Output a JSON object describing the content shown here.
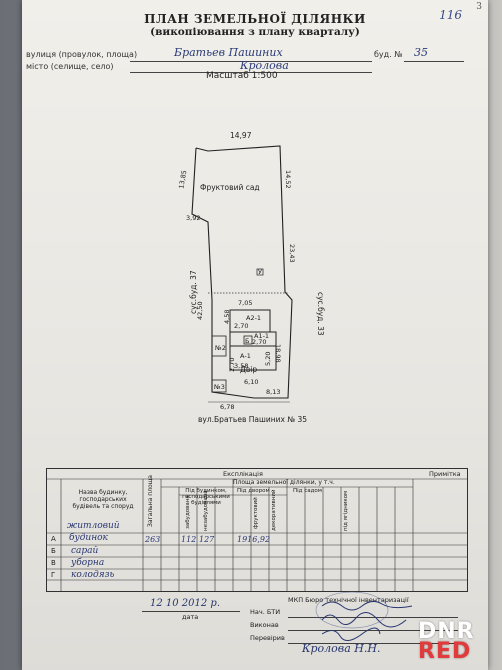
{
  "document": {
    "title": "ПЛАН ЗЕМЕЛЬНОЇ ДІЛЯНКИ",
    "subtitle": "(викопіювання з плану кварталу)",
    "page_number": "116",
    "corner_number": "3",
    "street_label": "вулиця (провулок, площа)",
    "street_value": "Братьев Пашиних",
    "building_label": "буд. №",
    "building_value": "35",
    "city_label": "місто (селище, село)",
    "city_value": "Кролова",
    "scale": "Масштаб 1:500"
  },
  "plan": {
    "dimensions": {
      "top": "14,97",
      "top_left": "13,85",
      "right_top": "14,52",
      "right_mid": "23,43",
      "left_step": "3,92",
      "left_long": "42,50",
      "house_width": "7,05",
      "house_dim_1": "4,58",
      "house_dim_2": "2,70",
      "house_dim_3": "2,70",
      "house_dim_4": "3,58",
      "house_dim_5": "5,20",
      "house_side": "18,98",
      "yard_bottom": "6,10",
      "bottom_right": "8,13",
      "bottom_left": "6,78",
      "small_left": "2,70"
    },
    "labels": {
      "garden": "Фруктовий сад",
      "yard": "Двір",
      "neighbor_left": "сус.буд. 37",
      "neighbor_right": "сус.буд. 33",
      "street_bottom": "вул.Братьев Пашиних № 35",
      "building_a1": "А1-1",
      "building_a2": "А2-1",
      "building_a": "А-1",
      "shed": "№2",
      "toilet": "№3",
      "well": "Б",
      "marker": "У"
    }
  },
  "table": {
    "header_main": "Експлікація",
    "header_area": "Площа земельної ділянки, у т.ч.",
    "header_note": "Примітка",
    "col_building_name": "Назва будинку, господарських будівель та споруд",
    "col_total_area": "Загальна площа",
    "col_under_buildings": "Під будинком, господарськими будівлями",
    "col_built": "забудована",
    "col_unbuilt": "незабудована",
    "col_yard": "Під двором",
    "col_garden": "Під садом",
    "col_fruit": "фруктовий",
    "col_decor": "декоративний",
    "col_other": "під ягідником",
    "row_letters": [
      "А",
      "Б",
      "В",
      "Г"
    ],
    "handwritten_rows": [
      "житловий",
      "будинок",
      "сарай",
      "уборна",
      "колодязь"
    ],
    "values": [
      "263",
      "112",
      "127",
      "1916,92"
    ]
  },
  "signatures": {
    "org": "МКП Бюро технічної інвентаризації",
    "head_label": "Нач. БТИ",
    "exec_label": "Виконав",
    "check_label": "Перевірив",
    "date_value": "12   10   2012 р.",
    "date_label": "дата",
    "bottom_handwriting": "Кролова Н.Н."
  },
  "watermark": {
    "top": "DNR",
    "bottom": "RED"
  }
}
